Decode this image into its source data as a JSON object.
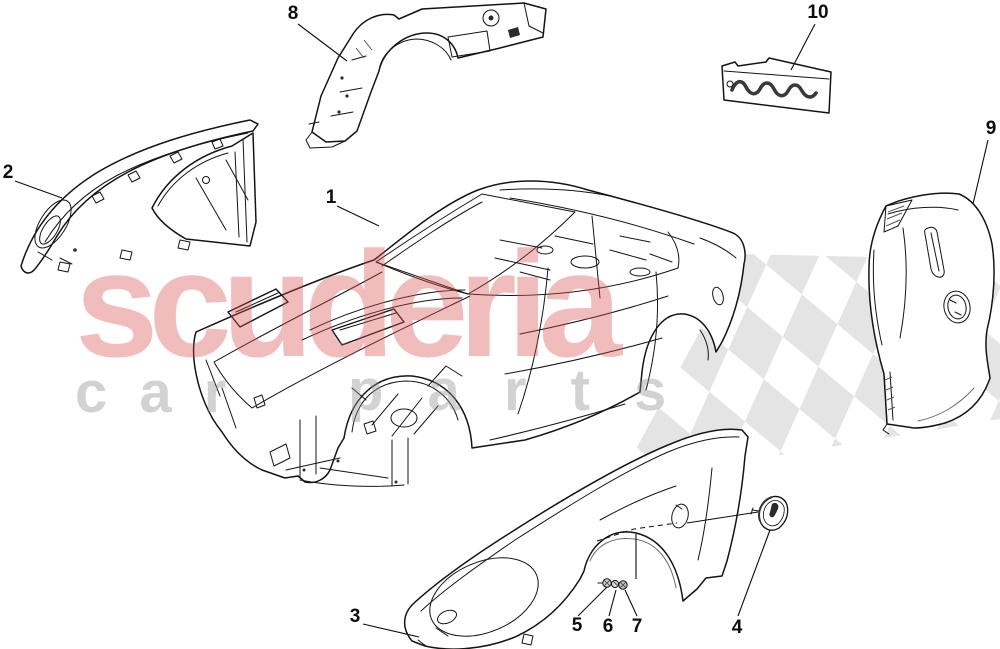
{
  "page": {
    "background": "#ffffff"
  },
  "watermark": {
    "brand_text": "scuderia",
    "sub_left_text": "c a r",
    "sub_right_text": "p a r t s",
    "brand_color": "rgba(217,78,78,0.38)",
    "sub_color": "rgba(148,148,148,0.42)",
    "checker_color": "#e4e4e4"
  },
  "callouts": [
    {
      "number": "1"
    },
    {
      "number": "2"
    },
    {
      "number": "3"
    },
    {
      "number": "4"
    },
    {
      "number": "5"
    },
    {
      "number": "6"
    },
    {
      "number": "7"
    },
    {
      "number": "8"
    },
    {
      "number": "9"
    },
    {
      "number": "10"
    }
  ]
}
